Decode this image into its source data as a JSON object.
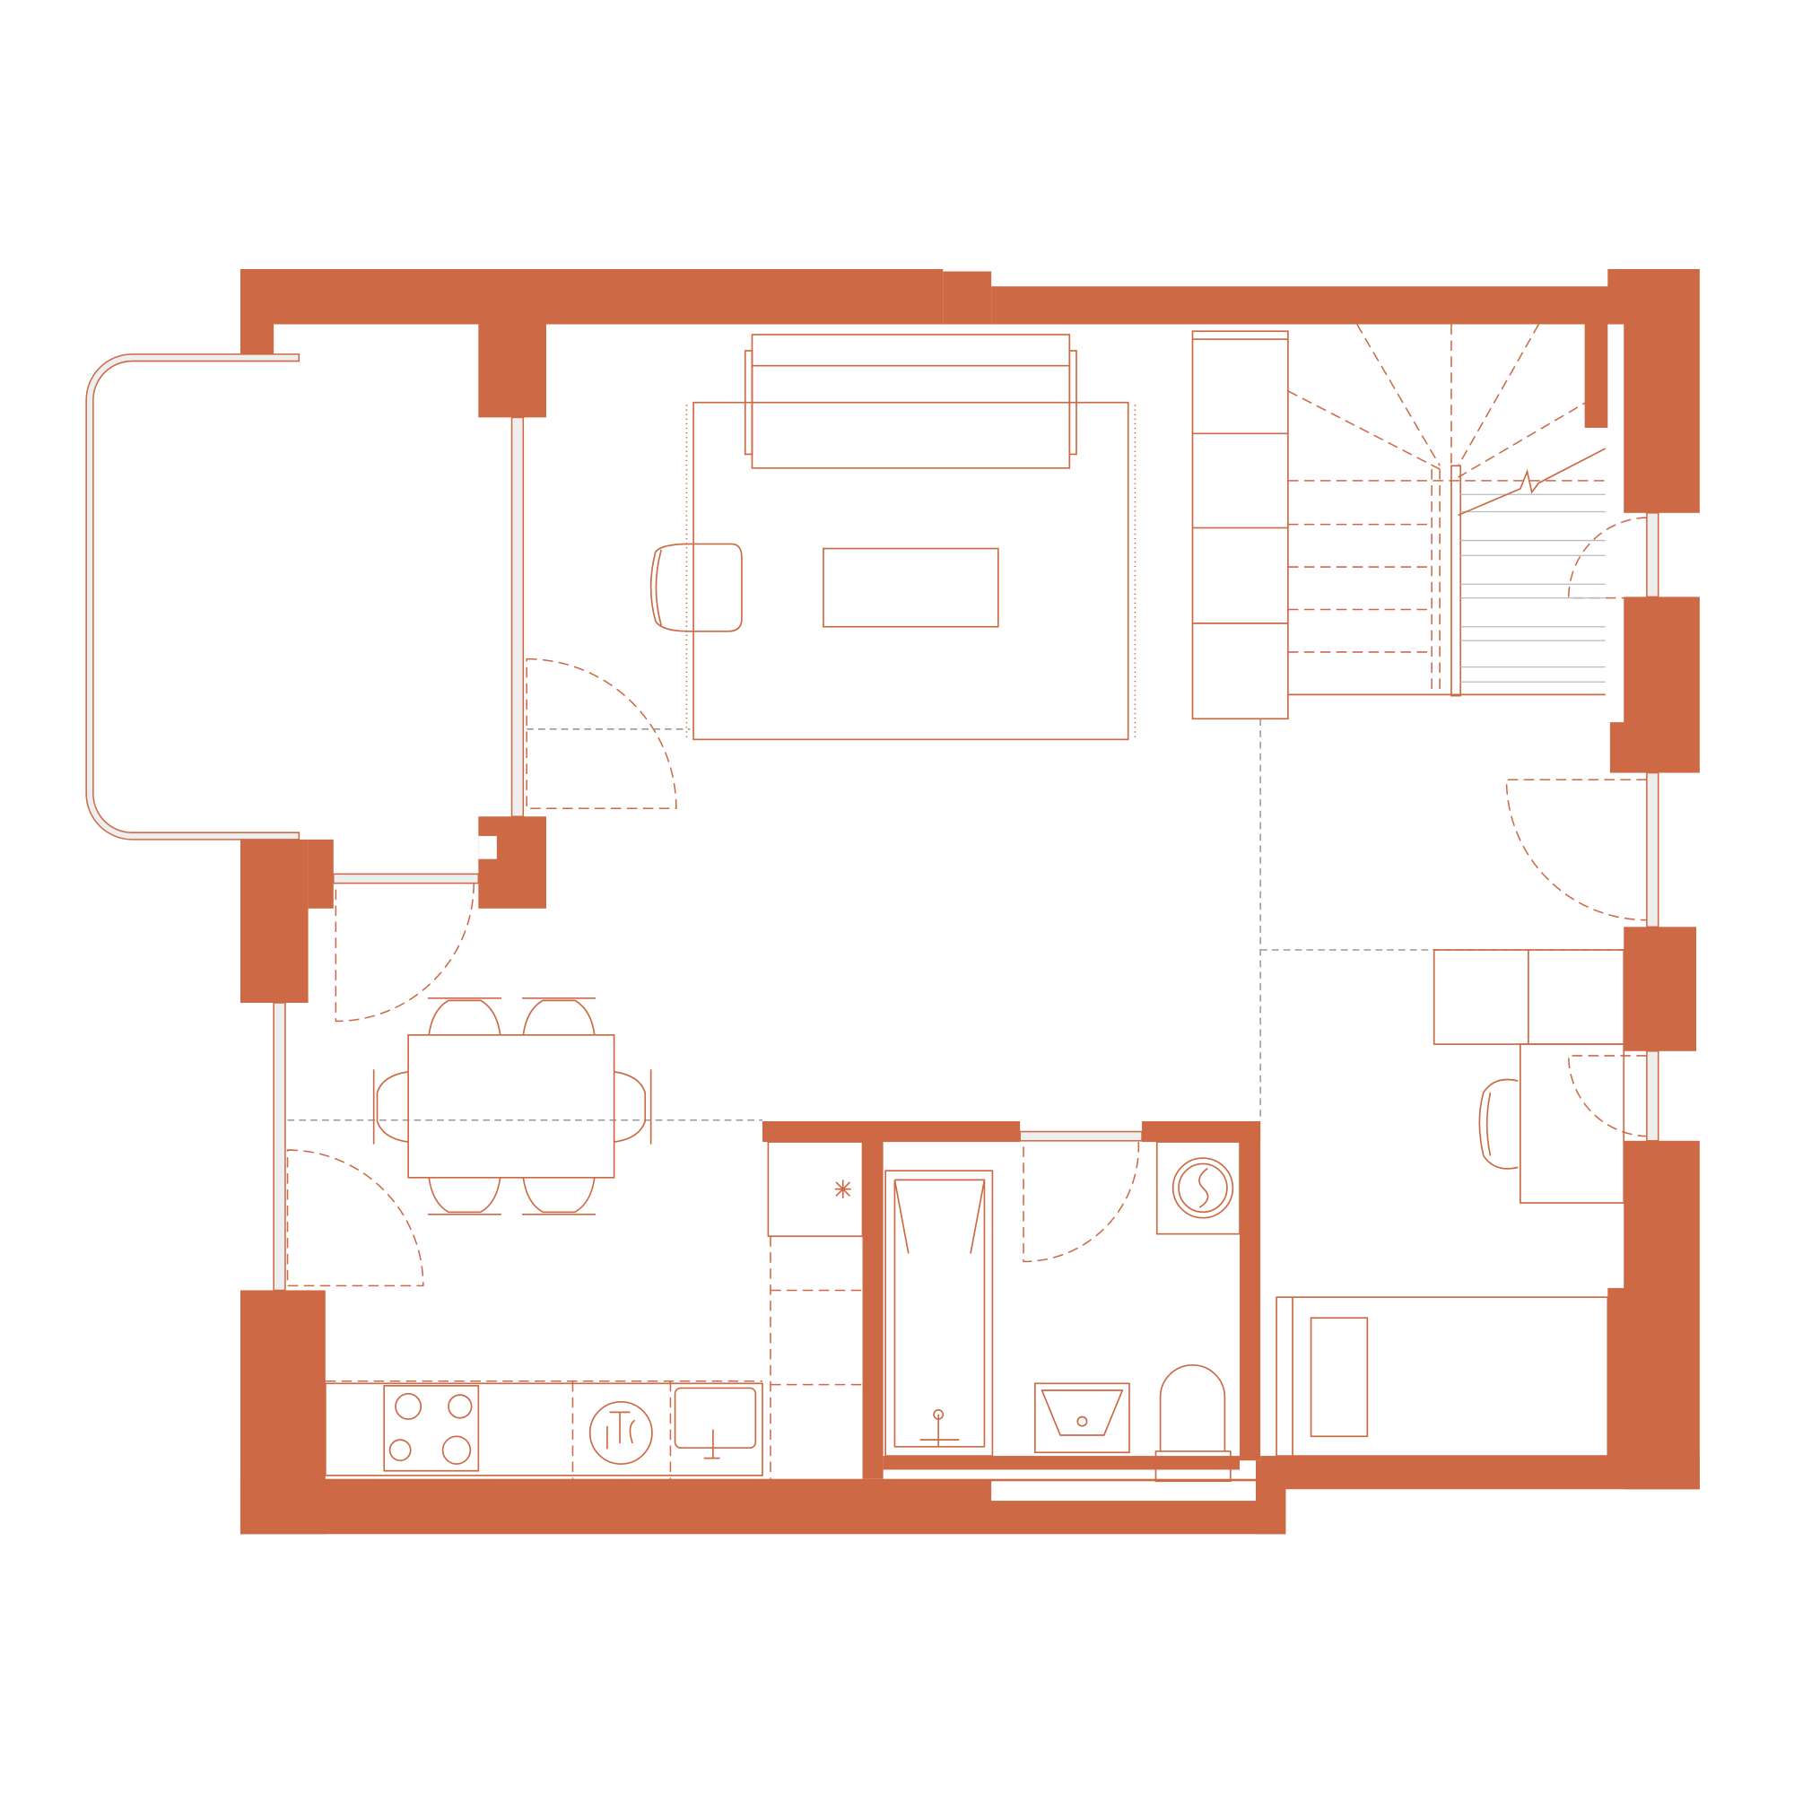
{
  "title": "",
  "colors": {
    "wall": "#CD6944",
    "background": "#FFFFFF",
    "glazing": "#EEEEEE",
    "zone_line": "#999999"
  },
  "rooms": [
    "balcony",
    "living",
    "dining",
    "kitchen",
    "bathroom",
    "hallway",
    "stairs",
    "study",
    "bedroom"
  ]
}
